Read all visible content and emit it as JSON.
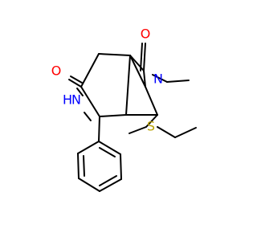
{
  "molecule": {
    "atoms": {
      "o_top": "O",
      "o_left": "O",
      "n_ring": "N",
      "nh": "N",
      "h": "H",
      "s": "S"
    }
  }
}
